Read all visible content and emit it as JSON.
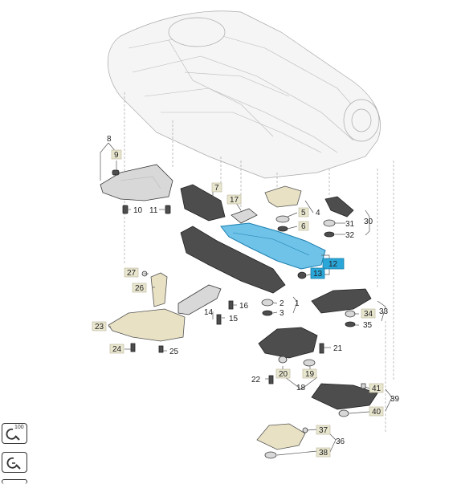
{
  "diagram": {
    "highlight_color": "#2aa6d8",
    "callouts": {
      "c1": "1",
      "c2": "2",
      "c3": "3",
      "c4": "4",
      "c5": "5",
      "c6": "6",
      "c7": "7",
      "c8": "8",
      "c9": "9",
      "c10": "10",
      "c11": "11",
      "c12": "12",
      "c13": "13",
      "c14": "14",
      "c15": "15",
      "c16": "16",
      "c17": "17",
      "c18": "18",
      "c19": "19",
      "c20": "20",
      "c21": "21",
      "c22": "22",
      "c23": "23",
      "c24": "24",
      "c25": "25",
      "c26": "26",
      "c27": "27",
      "c30": "30",
      "c31": "31",
      "c32": "32",
      "c33": "33",
      "c34": "34",
      "c35": "35",
      "c36": "36",
      "c37": "37",
      "c38": "38",
      "c39": "39",
      "c40": "40",
      "c41": "41"
    }
  },
  "toolbar": {
    "zoom_100_label": "100",
    "zoom_100_icon": "zoom-reset-icon",
    "zoom_fit_icon": "zoom-fit-icon"
  }
}
